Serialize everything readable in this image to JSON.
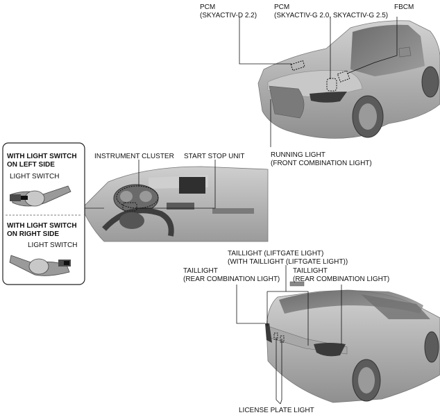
{
  "labels": {
    "pcm_d": [
      "PCM",
      "(SKYACTIV-D 2.2)"
    ],
    "pcm_g": [
      "PCM",
      "(SKYACTIV-G 2.0, SKYACTIV-G 2.5)"
    ],
    "fbcm": "FBCM",
    "running_light": [
      "RUNNING LIGHT",
      "(FRONT COMBINATION LIGHT)"
    ],
    "instrument_cluster": "INSTRUMENT CLUSTER",
    "start_stop_unit": "START STOP UNIT",
    "left_side_heading": [
      "WITH LIGHT SWITCH",
      "ON LEFT SIDE"
    ],
    "light_switch_left": "LIGHT SWITCH",
    "right_side_heading": [
      "WITH LIGHT SWITCH",
      "ON RIGHT SIDE"
    ],
    "light_switch_right": "LIGHT SWITCH",
    "taillight_liftgate": [
      "TAILLIGHT (LIFTGATE LIGHT)",
      "(WITH TAILLIGHT (LIFTGATE LIGHT))"
    ],
    "taillight_left": [
      "TAILLIGHT",
      "(REAR COMBINATION LIGHT)"
    ],
    "taillight_right": [
      "TAILLIGHT",
      "(REAR COMBINATION LIGHT)"
    ],
    "license_plate_light": "LICENSE PLATE LIGHT"
  },
  "colors": {
    "car_body": "#b9b9b9",
    "car_shadow": "#8c8c8c",
    "leader_line": "#111111",
    "panel_border": "#222222"
  }
}
